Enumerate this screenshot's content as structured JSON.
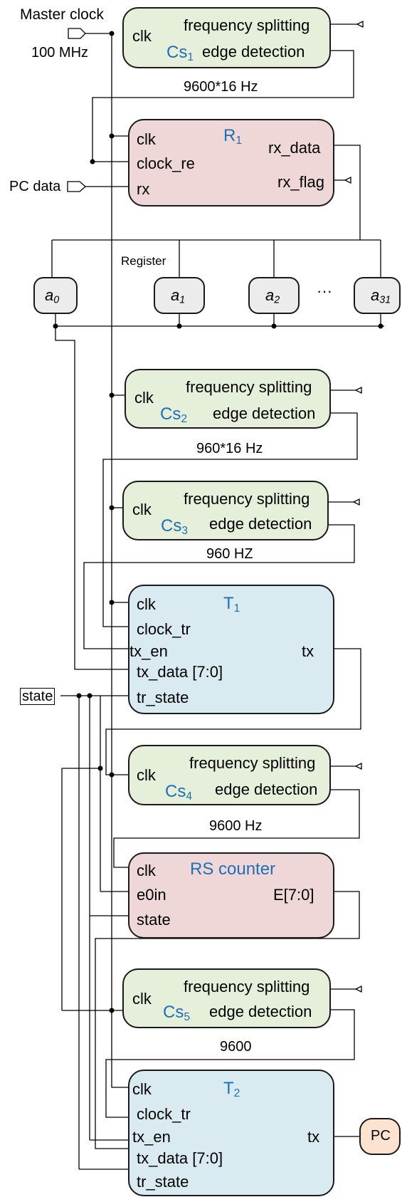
{
  "labels": {
    "master_clock": "Master clock",
    "master_freq": "100 MHz",
    "pc_data": "PC data",
    "register": "Register",
    "ellipsis": "···",
    "state": "state"
  },
  "freq": {
    "f1": "9600*16 Hz",
    "f2": "960*16 Hz",
    "f3": "960 HZ",
    "f4": "9600 Hz",
    "f5": "9600"
  },
  "cs": {
    "clk": "clk",
    "split": "frequency splitting",
    "edge": "edge detection",
    "name": "Cs",
    "subs": [
      "1",
      "2",
      "3",
      "4",
      "5"
    ]
  },
  "r1": {
    "name": "R",
    "sub": "1",
    "clk": "clk",
    "clock_re": "clock_re",
    "rx": "rx",
    "rx_data": "rx_data",
    "rx_flag": "rx_flag"
  },
  "regs": {
    "name": "a",
    "subs": [
      "0",
      "1",
      "2",
      "31"
    ]
  },
  "t1": {
    "name": "T",
    "sub": "1",
    "clk": "clk",
    "clock_tr": "clock_tr",
    "tx_en": "tx_en",
    "tx_data": "tx_data [7:0]",
    "tr_state": "tr_state",
    "tx": "tx"
  },
  "rs": {
    "name": "RS counter",
    "clk": "clk",
    "e0in": "e0in",
    "state": "state",
    "e": "E[7:0]"
  },
  "t2": {
    "name": "T",
    "sub": "2",
    "clk": "clk",
    "clock_tr": "clock_tr",
    "tx_en": "tx_en",
    "tx_data": "tx_data [7:0]",
    "tr_state": "tr_state",
    "tx": "tx"
  },
  "pc": "PC"
}
